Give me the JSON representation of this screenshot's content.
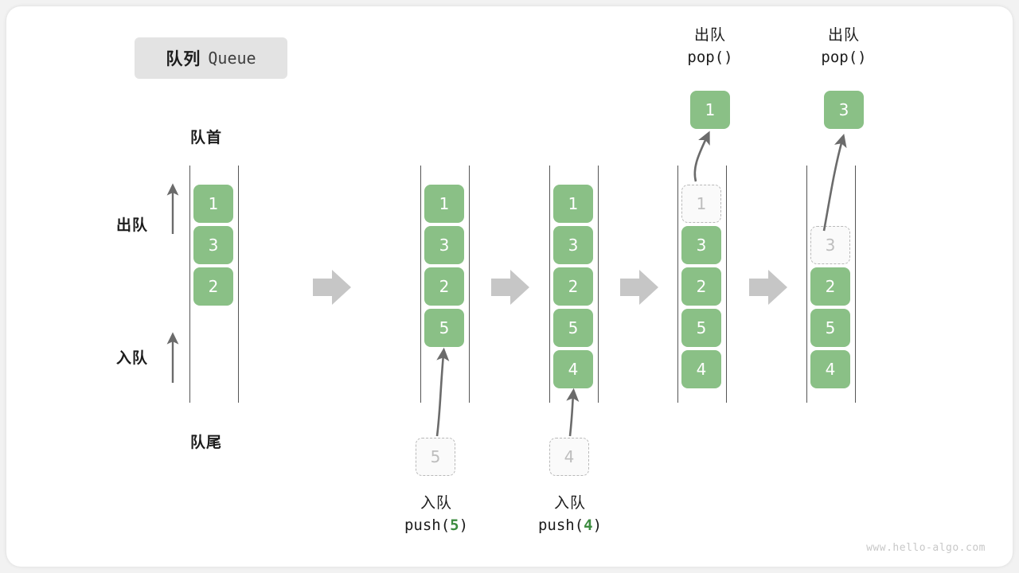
{
  "title": {
    "cn": "队列",
    "en": "Queue"
  },
  "labels": {
    "head": "队首",
    "tail": "队尾",
    "dequeue": "出队",
    "enqueue": "入队"
  },
  "stages": [
    {
      "name": "initial",
      "items": [
        "1",
        "3",
        "2"
      ],
      "ghost_index": null
    },
    {
      "name": "after-push-5",
      "items": [
        "1",
        "3",
        "2",
        "5"
      ],
      "ghost_index": null
    },
    {
      "name": "after-push-4",
      "items": [
        "1",
        "3",
        "2",
        "5",
        "4"
      ],
      "ghost_index": null
    },
    {
      "name": "pop-1",
      "items": [
        "1",
        "3",
        "2",
        "5",
        "4"
      ],
      "ghost_index": 0
    },
    {
      "name": "pop-3",
      "items": [
        "3",
        "2",
        "5",
        "4"
      ],
      "ghost_index": 0
    }
  ],
  "push_ops": [
    {
      "cn": "入队",
      "fn_pre": "push(",
      "value": "5",
      "fn_post": ")",
      "ghost_value": "5"
    },
    {
      "cn": "入队",
      "fn_pre": "push(",
      "value": "4",
      "fn_post": ")",
      "ghost_value": "4"
    }
  ],
  "pop_ops": [
    {
      "cn": "出队",
      "code": "pop()",
      "value": "1"
    },
    {
      "cn": "出队",
      "code": "pop()",
      "value": "3"
    }
  ],
  "watermark": "www.hello-algo.com",
  "colors": {
    "element": "#8ac086",
    "ghost_border": "#b9b9b9",
    "ghost_text": "#bdbdbd",
    "rail": "#555555",
    "arrow": "#6b6b6b",
    "flow_arrow": "#c6c6c6",
    "badge_bg": "#e3e3e3",
    "code_number": "#3d8c40"
  }
}
